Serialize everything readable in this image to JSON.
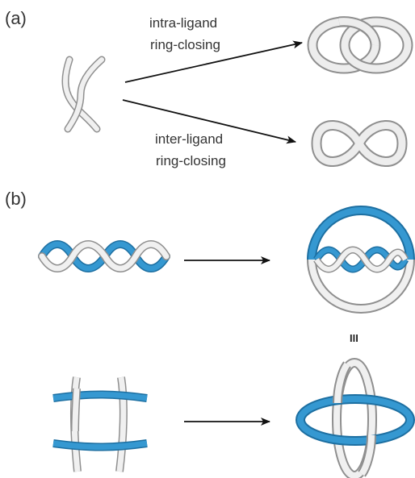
{
  "panel_a": {
    "label": "(a)",
    "upper_arrow_caption": [
      "intra-ligand",
      "ring-closing"
    ],
    "lower_arrow_caption": [
      "inter-ligand",
      "ring-closing"
    ]
  },
  "panel_b": {
    "label": "(b)",
    "structure_tag": "III"
  },
  "colors": {
    "strand_white": "#f0f0f0",
    "strand_outline": "#8f8f8f",
    "strand_blue": "#3598d1",
    "strand_blue_outline": "#1d6fa1",
    "arrow": "#111111",
    "text": "#333333"
  }
}
